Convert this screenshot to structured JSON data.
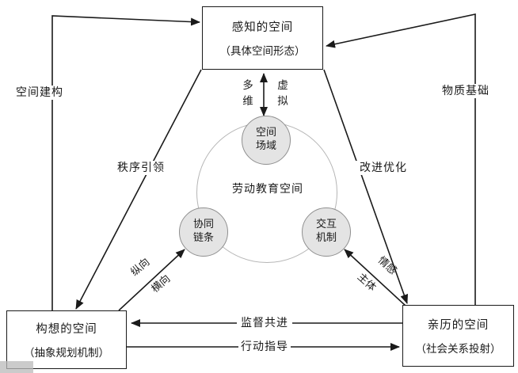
{
  "diagram": {
    "boxes": {
      "perceived": {
        "line1": "感知的空间",
        "line2": "（具体空间形态）"
      },
      "conceived": {
        "line1": "构想的空间",
        "line2": "（抽象规划机制）"
      },
      "lived": {
        "line1": "亲历的空间",
        "line2": "（社会关系投射）"
      }
    },
    "center": {
      "label": "劳动教育空间",
      "circles": {
        "field": {
          "line1": "空间",
          "line2": "场域"
        },
        "chain": {
          "line1": "协同",
          "line2": "链条"
        },
        "mechanism": {
          "line1": "交互",
          "line2": "机制"
        }
      }
    },
    "edge_labels": {
      "spatial_construction": "空间建构",
      "material_basis": "物质基础",
      "order_leading": "秩序引领",
      "improve_optimize": "改进优化",
      "multi_dimensional": "多维",
      "virtual": "虚拟",
      "vertical": "纵向",
      "horizontal": "横向",
      "subject": "主体",
      "emotion": "情感",
      "supervise_together": "监督共进",
      "action_guidance": "行动指导"
    },
    "colors": {
      "line": "#1a1a1a",
      "circle_fill": "#e4e4e4",
      "circle_border": "#8f8f8f",
      "outer_circle": "#b5b5b5",
      "background": "#ffffff"
    }
  }
}
